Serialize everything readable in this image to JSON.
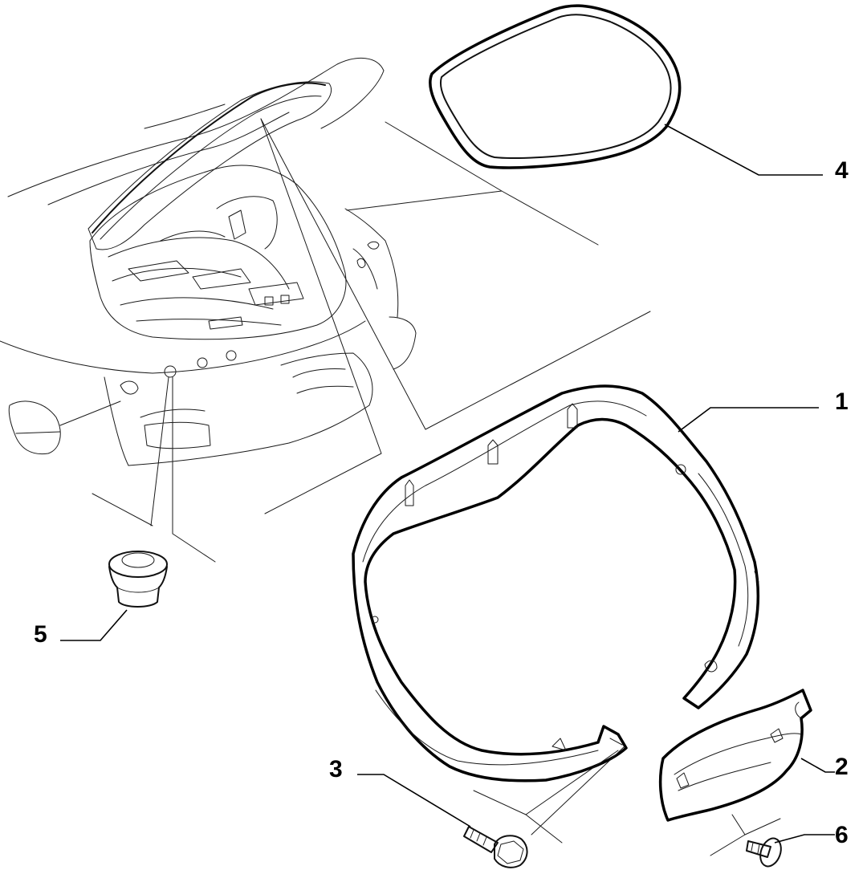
{
  "diagram": {
    "callouts": [
      {
        "id": "callout-1",
        "text": "1"
      },
      {
        "id": "callout-2",
        "text": "2"
      },
      {
        "id": "callout-3",
        "text": "3"
      },
      {
        "id": "callout-4",
        "text": "4"
      },
      {
        "id": "callout-5",
        "text": "5"
      },
      {
        "id": "callout-6",
        "text": "6"
      }
    ]
  }
}
